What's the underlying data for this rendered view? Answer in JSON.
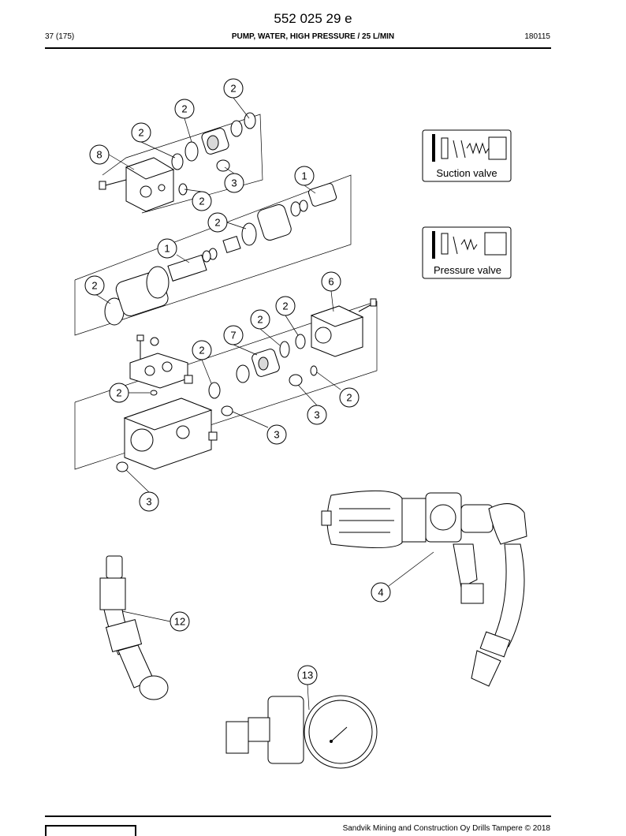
{
  "header": {
    "doc_number": "552 025 29 e",
    "page": "37 (175)",
    "title": "PUMP, WATER, HIGH PRESSURE / 25 L/MIN",
    "date": "180115"
  },
  "footer": {
    "copyright": "Sandvik Mining and Construction Oy Drills Tampere © 2018"
  },
  "insets": {
    "suction_valve": "Suction valve",
    "pressure_valve": "Pressure valve"
  },
  "callouts": {
    "c1": "2",
    "c2": "2",
    "c3": "2",
    "c4": "8",
    "c5": "3",
    "c6": "2",
    "c7": "1",
    "c8": "2",
    "c9": "1",
    "c10": "2",
    "c11": "6",
    "c12": "2",
    "c13": "2",
    "c14": "7",
    "c15": "2",
    "c16": "2",
    "c17": "3",
    "c18": "2",
    "c19": "3",
    "c20": "3",
    "c21": "4",
    "c22": "12",
    "c23": "13"
  }
}
